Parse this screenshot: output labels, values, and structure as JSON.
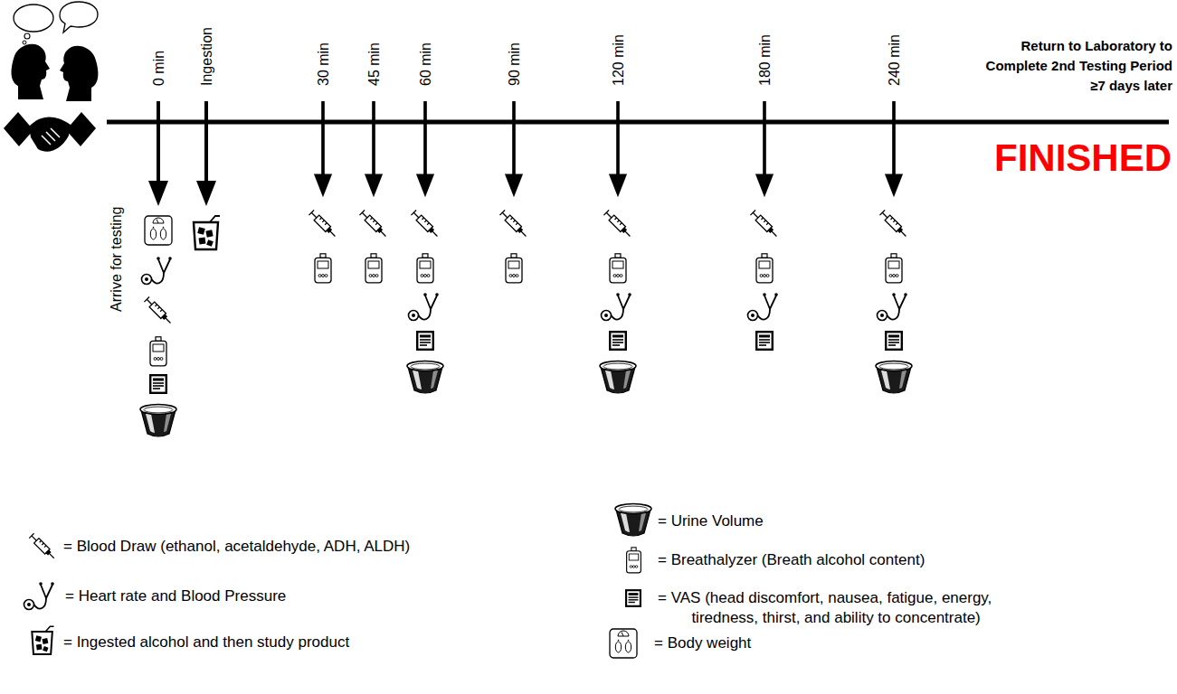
{
  "diagram": {
    "labels": [
      "0 min",
      "Ingestion",
      "30 min",
      "45 min",
      "60 min",
      "90 min",
      "120 min",
      "180 min",
      "240 min",
      "Arrive for testing",
      "Return to Laboratory to Complete 2nd Testing Period ≥7 days later",
      "FINISHED"
    ],
    "legend": [
      {
        "text": "= Blood Draw (ethanol, acetaldehyde, ADH, ALDH)"
      },
      {
        "text": "= Heart rate and Blood Pressure"
      },
      {
        "text": "= Ingested alcohol and then study product"
      },
      {
        "text": "= Urine Volume"
      },
      {
        "text": "= Breathalyzer (Breath alcohol content)"
      },
      {
        "text": "= VAS (head discomfort, nausea, fatigue, energy, tiredness, thirst, and ability to concentrate)"
      },
      {
        "text": "= Body weight"
      }
    ]
  }
}
